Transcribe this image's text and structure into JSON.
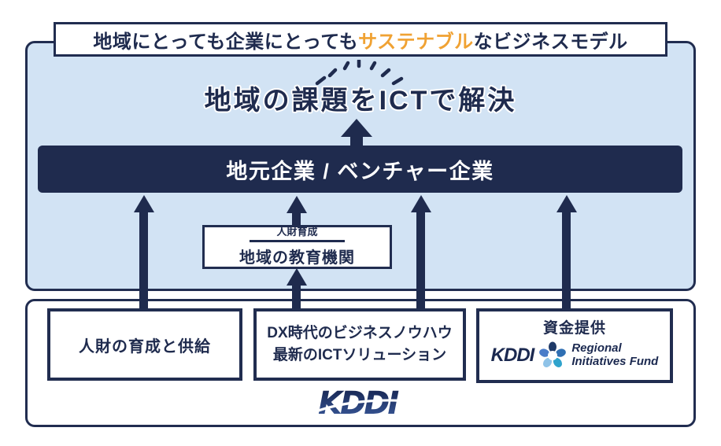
{
  "colors": {
    "navy": "#1f2b4e",
    "panel_light_blue": "#d2e3f4",
    "highlight_orange": "#f0a233",
    "white": "#ffffff",
    "kddi_logo_gradient_top": "#13204a",
    "kddi_logo_gradient_bottom": "#3c5da0",
    "fund_flower_petals": [
      "#1f3a68",
      "#2f6fb3",
      "#2fa3cc",
      "#8fc3e8",
      "#4a7cc9"
    ]
  },
  "banner": {
    "text_prefix": "地域にとっても企業にとっても",
    "text_highlight": "サステナブル",
    "text_suffix": "なビジネスモデル"
  },
  "headline": {
    "title": "地域の課題をICTで解決"
  },
  "main_bar": {
    "label": "地元企業 / ベンチャー企業"
  },
  "education_box": {
    "top_label": "人財育成",
    "name": "地域の教育機関"
  },
  "provider_boxes": {
    "talent": {
      "label": "人財の育成と供給"
    },
    "knowhow": {
      "line1": "DX時代のビジネスノウハウ",
      "line2": "最新のICTソリューション"
    },
    "funding": {
      "heading": "資金提供",
      "brand": "KDDI",
      "fund_line1": "Regional",
      "fund_line2": "Initiatives Fund"
    }
  },
  "footer": {
    "brand_logo_text": "KDDI"
  },
  "icons": {
    "sparkle_rays_icon": "radiating-dashes-emphasis",
    "fund_flower_icon": "five-petal-pinwheel",
    "up_arrow": "solid-navy-upward-arrow",
    "kddi_swoosh": "white-orbit-swoosh-through-wordmark"
  }
}
